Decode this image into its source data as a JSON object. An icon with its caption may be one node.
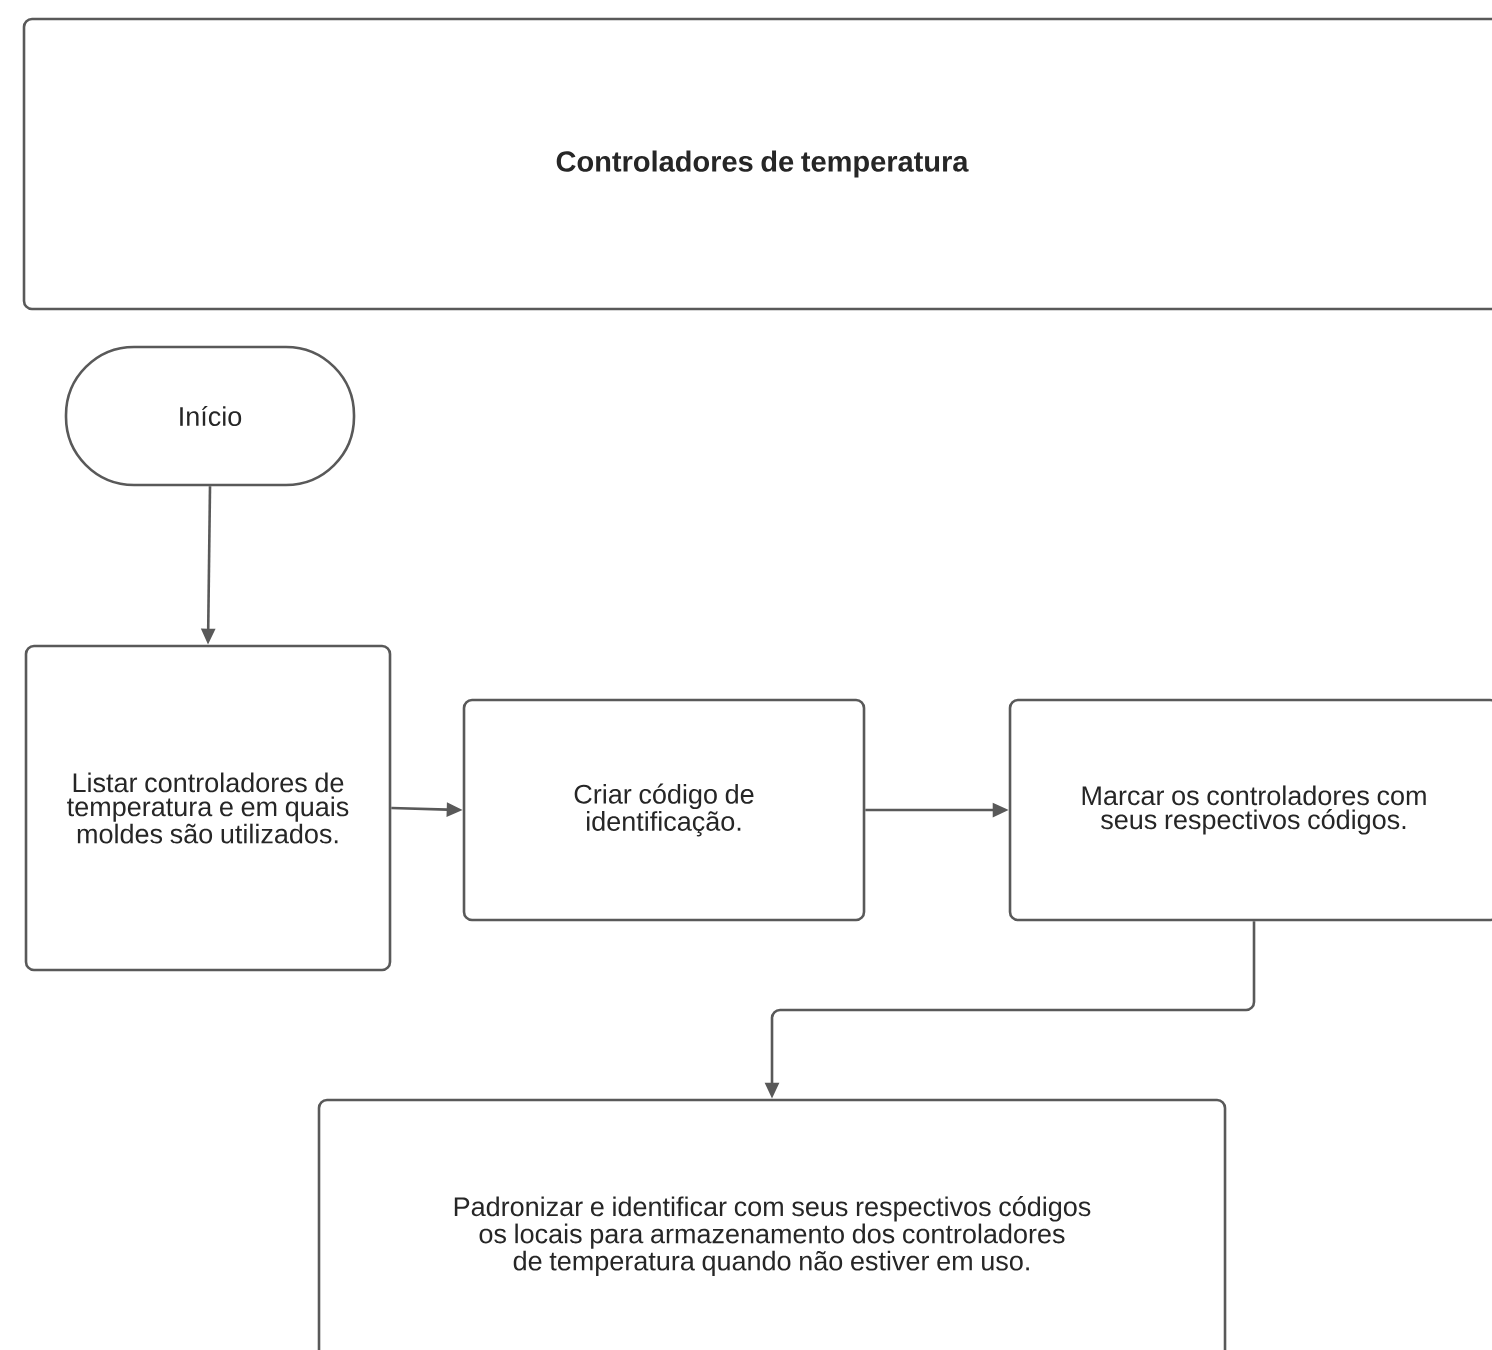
{
  "diagram": {
    "nodes": [
      {
        "text": [
          "Controladores de temperatura"
        ]
      },
      {
        "text": [
          "Início"
        ]
      },
      {
        "text": [
          "Listar controladores de temperatura e em quais moldes são utilizados."
        ]
      },
      {
        "text": [
          "Criar código de identificação."
        ]
      },
      {
        "text": [
          "Marcar os controladores com seus respectivos códigos."
        ]
      },
      {
        "text": [
          "Padronizar e identificar com seus respectivos códigos os locais para armazenamento dos controladores de temperatura quando não estiver em uso."
        ]
      }
    ],
    "edges": [
      {
        "from": 1,
        "to": 2,
        "arrow": "to"
      },
      {
        "from": 2,
        "to": 3,
        "arrow": "to"
      },
      {
        "from": 3,
        "to": 4,
        "arrow": "to"
      },
      {
        "from": 4,
        "to": 5,
        "arrow": "to"
      }
    ]
  }
}
